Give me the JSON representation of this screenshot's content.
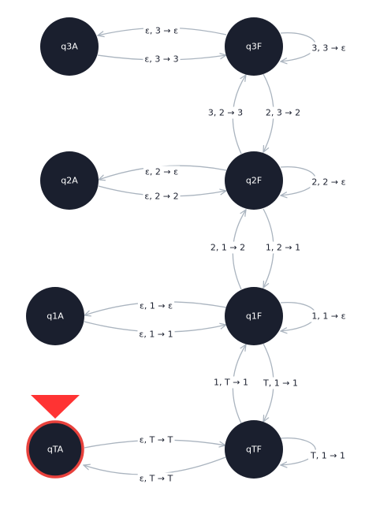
{
  "colors": {
    "node_fill": "#1a1f2e",
    "node_text": "#ffffff",
    "edge": "#aab4bf",
    "start_marker": "#ff3333",
    "start_border": "#e8413c"
  },
  "nodes": [
    {
      "id": "q3A",
      "label": "q3A"
    },
    {
      "id": "q3F",
      "label": "q3F"
    },
    {
      "id": "q2A",
      "label": "q2A"
    },
    {
      "id": "q2F",
      "label": "q2F"
    },
    {
      "id": "q1A",
      "label": "q1A"
    },
    {
      "id": "q1F",
      "label": "q1F"
    },
    {
      "id": "qTA",
      "label": "qTA",
      "start": true
    },
    {
      "id": "qTF",
      "label": "qTF"
    }
  ],
  "edges": [
    {
      "id": "e1",
      "from": "q3F",
      "to": "q3A",
      "label": "ε, 3 → ε"
    },
    {
      "id": "e2",
      "from": "q3A",
      "to": "q3F",
      "label": "ε, 3 → 3"
    },
    {
      "id": "e3",
      "from": "q3F",
      "to": "q3F",
      "label": "3, 3 → ε"
    },
    {
      "id": "e4",
      "from": "q2F",
      "to": "q3F",
      "label": "3, 2 → 3"
    },
    {
      "id": "e5",
      "from": "q3F",
      "to": "q2F",
      "label": "2, 3 → 2"
    },
    {
      "id": "e6",
      "from": "q2F",
      "to": "q2A",
      "label": "ε, 2 → ε"
    },
    {
      "id": "e7",
      "from": "q2A",
      "to": "q2F",
      "label": "ε, 2 → 2"
    },
    {
      "id": "e8",
      "from": "q2F",
      "to": "q2F",
      "label": "2, 2 → ε"
    },
    {
      "id": "e9",
      "from": "q1F",
      "to": "q2F",
      "label": "2, 1 → 2"
    },
    {
      "id": "e10",
      "from": "q2F",
      "to": "q1F",
      "label": "1, 2 → 1"
    },
    {
      "id": "e11",
      "from": "q1F",
      "to": "q1A",
      "label": "ε, 1 → ε"
    },
    {
      "id": "e12",
      "from": "q1A",
      "to": "q1F",
      "label": "ε, 1 → 1"
    },
    {
      "id": "e13",
      "from": "q1F",
      "to": "q1F",
      "label": "1, 1 → ε"
    },
    {
      "id": "e14",
      "from": "qTF",
      "to": "q1F",
      "label": "1, T → 1"
    },
    {
      "id": "e15",
      "from": "q1F",
      "to": "qTF",
      "label": "T, 1 → 1"
    },
    {
      "id": "e16",
      "from": "qTA",
      "to": "qTF",
      "label": "ε, T → T"
    },
    {
      "id": "e17",
      "from": "qTF",
      "to": "qTA",
      "label": "ε, T → T"
    },
    {
      "id": "e18",
      "from": "qTF",
      "to": "qTF",
      "label": "T, 1 → 1"
    }
  ]
}
